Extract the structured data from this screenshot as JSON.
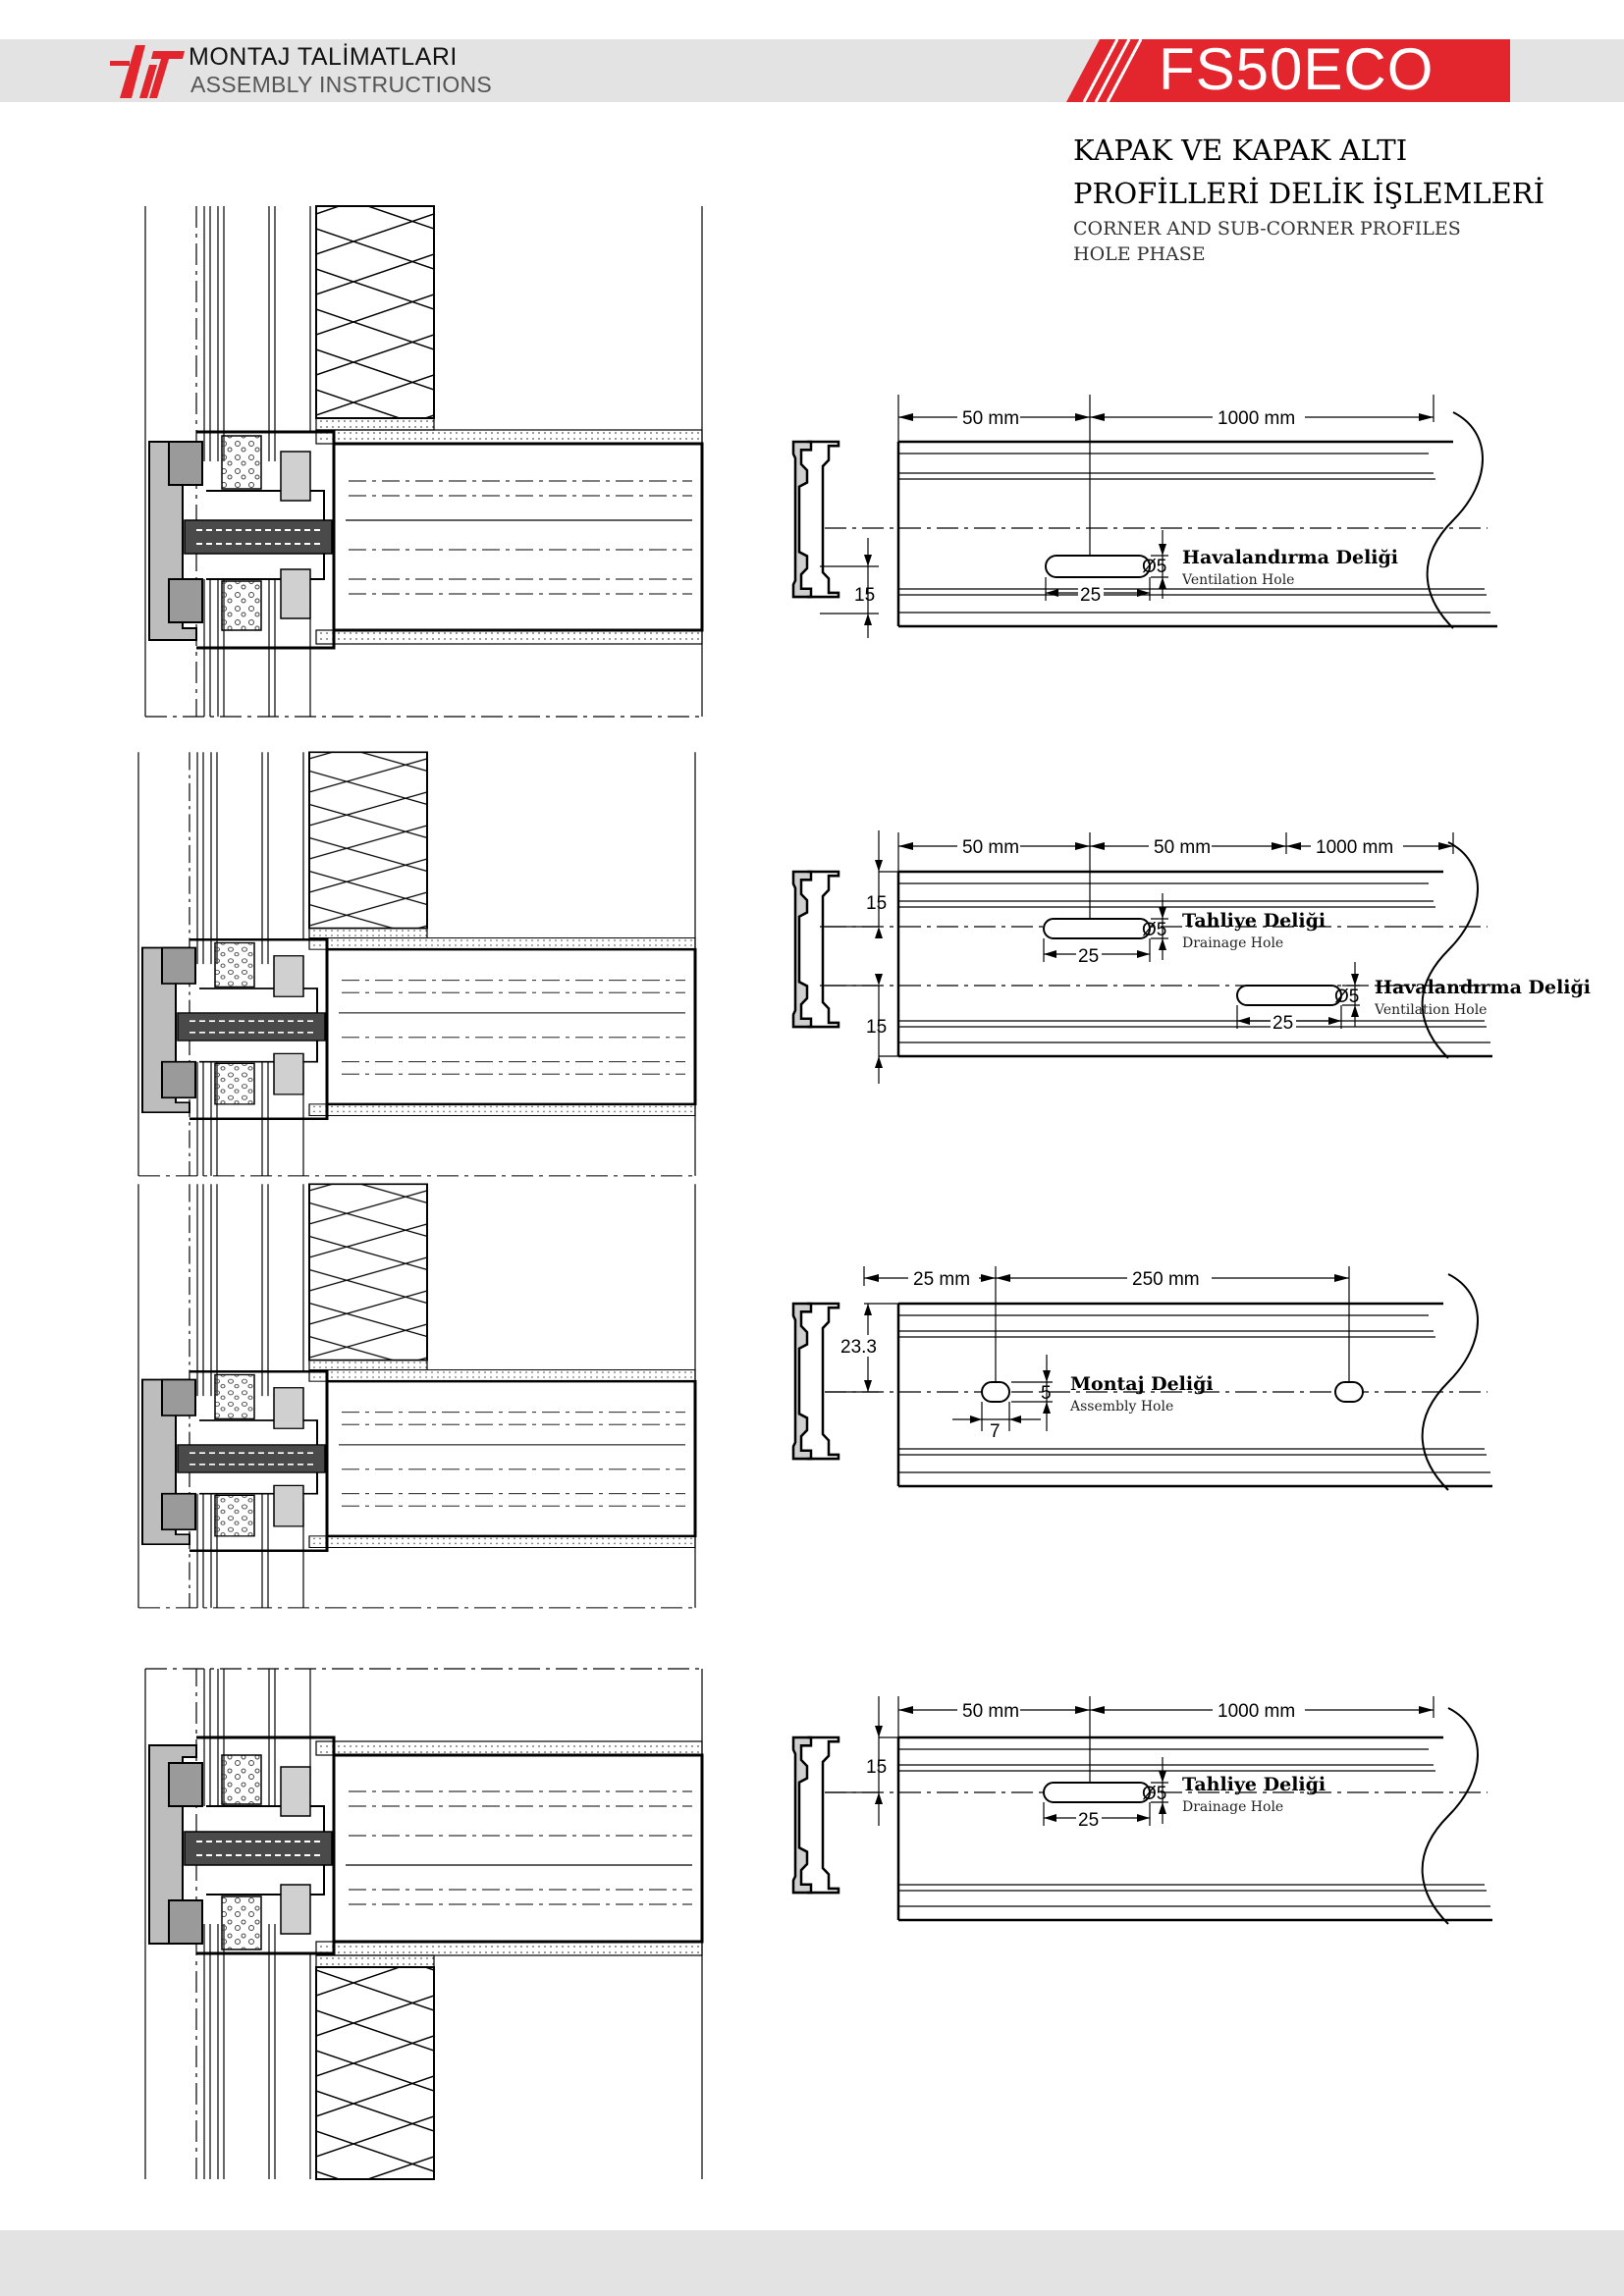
{
  "header": {
    "title": "MONTAJ TALİMATLARI",
    "subtitle": "ASSEMBLY INSTRUCTIONS",
    "product_code": "FS50ECO",
    "brand_color": "#e3262d"
  },
  "page_title": {
    "line1": "KAPAK VE KAPAK ALTI",
    "line2": "PROFİLLERİ DELİK İŞLEMLERİ",
    "line3": "CORNER AND SUB-CORNER PROFILES",
    "line4": "HOLE  PHASE"
  },
  "details": [
    {
      "dims": {
        "d1": "50 mm",
        "d2": "1000 mm",
        "h": "15",
        "w": "25",
        "dia": "Ø5"
      },
      "hole": {
        "name": "Havalandırma Deliği",
        "name_en": "Ventilation Hole"
      }
    },
    {
      "dims": {
        "d1": "50 mm",
        "d2": "50 mm",
        "d3": "1000 mm",
        "h1": "15",
        "h2": "15",
        "w1": "25",
        "w2": "25",
        "dia1": "Ø5",
        "dia2": "Ø5"
      },
      "hole1": {
        "name": "Tahliye Deliği",
        "name_en": "Drainage Hole"
      },
      "hole2": {
        "name": "Havalandırma Deliği",
        "name_en": "Ventilation Hole"
      }
    },
    {
      "dims": {
        "d1": "25 mm",
        "d2": "250 mm",
        "h": "23.3",
        "w": "7",
        "dia": "5"
      },
      "hole": {
        "name": "Montaj Deliği",
        "name_en": "Assembly Hole"
      }
    },
    {
      "dims": {
        "d1": "50 mm",
        "d2": "1000 mm",
        "h": "15",
        "w": "25",
        "dia": "Ø5"
      },
      "hole": {
        "name": "Tahliye Deliği",
        "name_en": "Drainage Hole"
      }
    }
  ]
}
